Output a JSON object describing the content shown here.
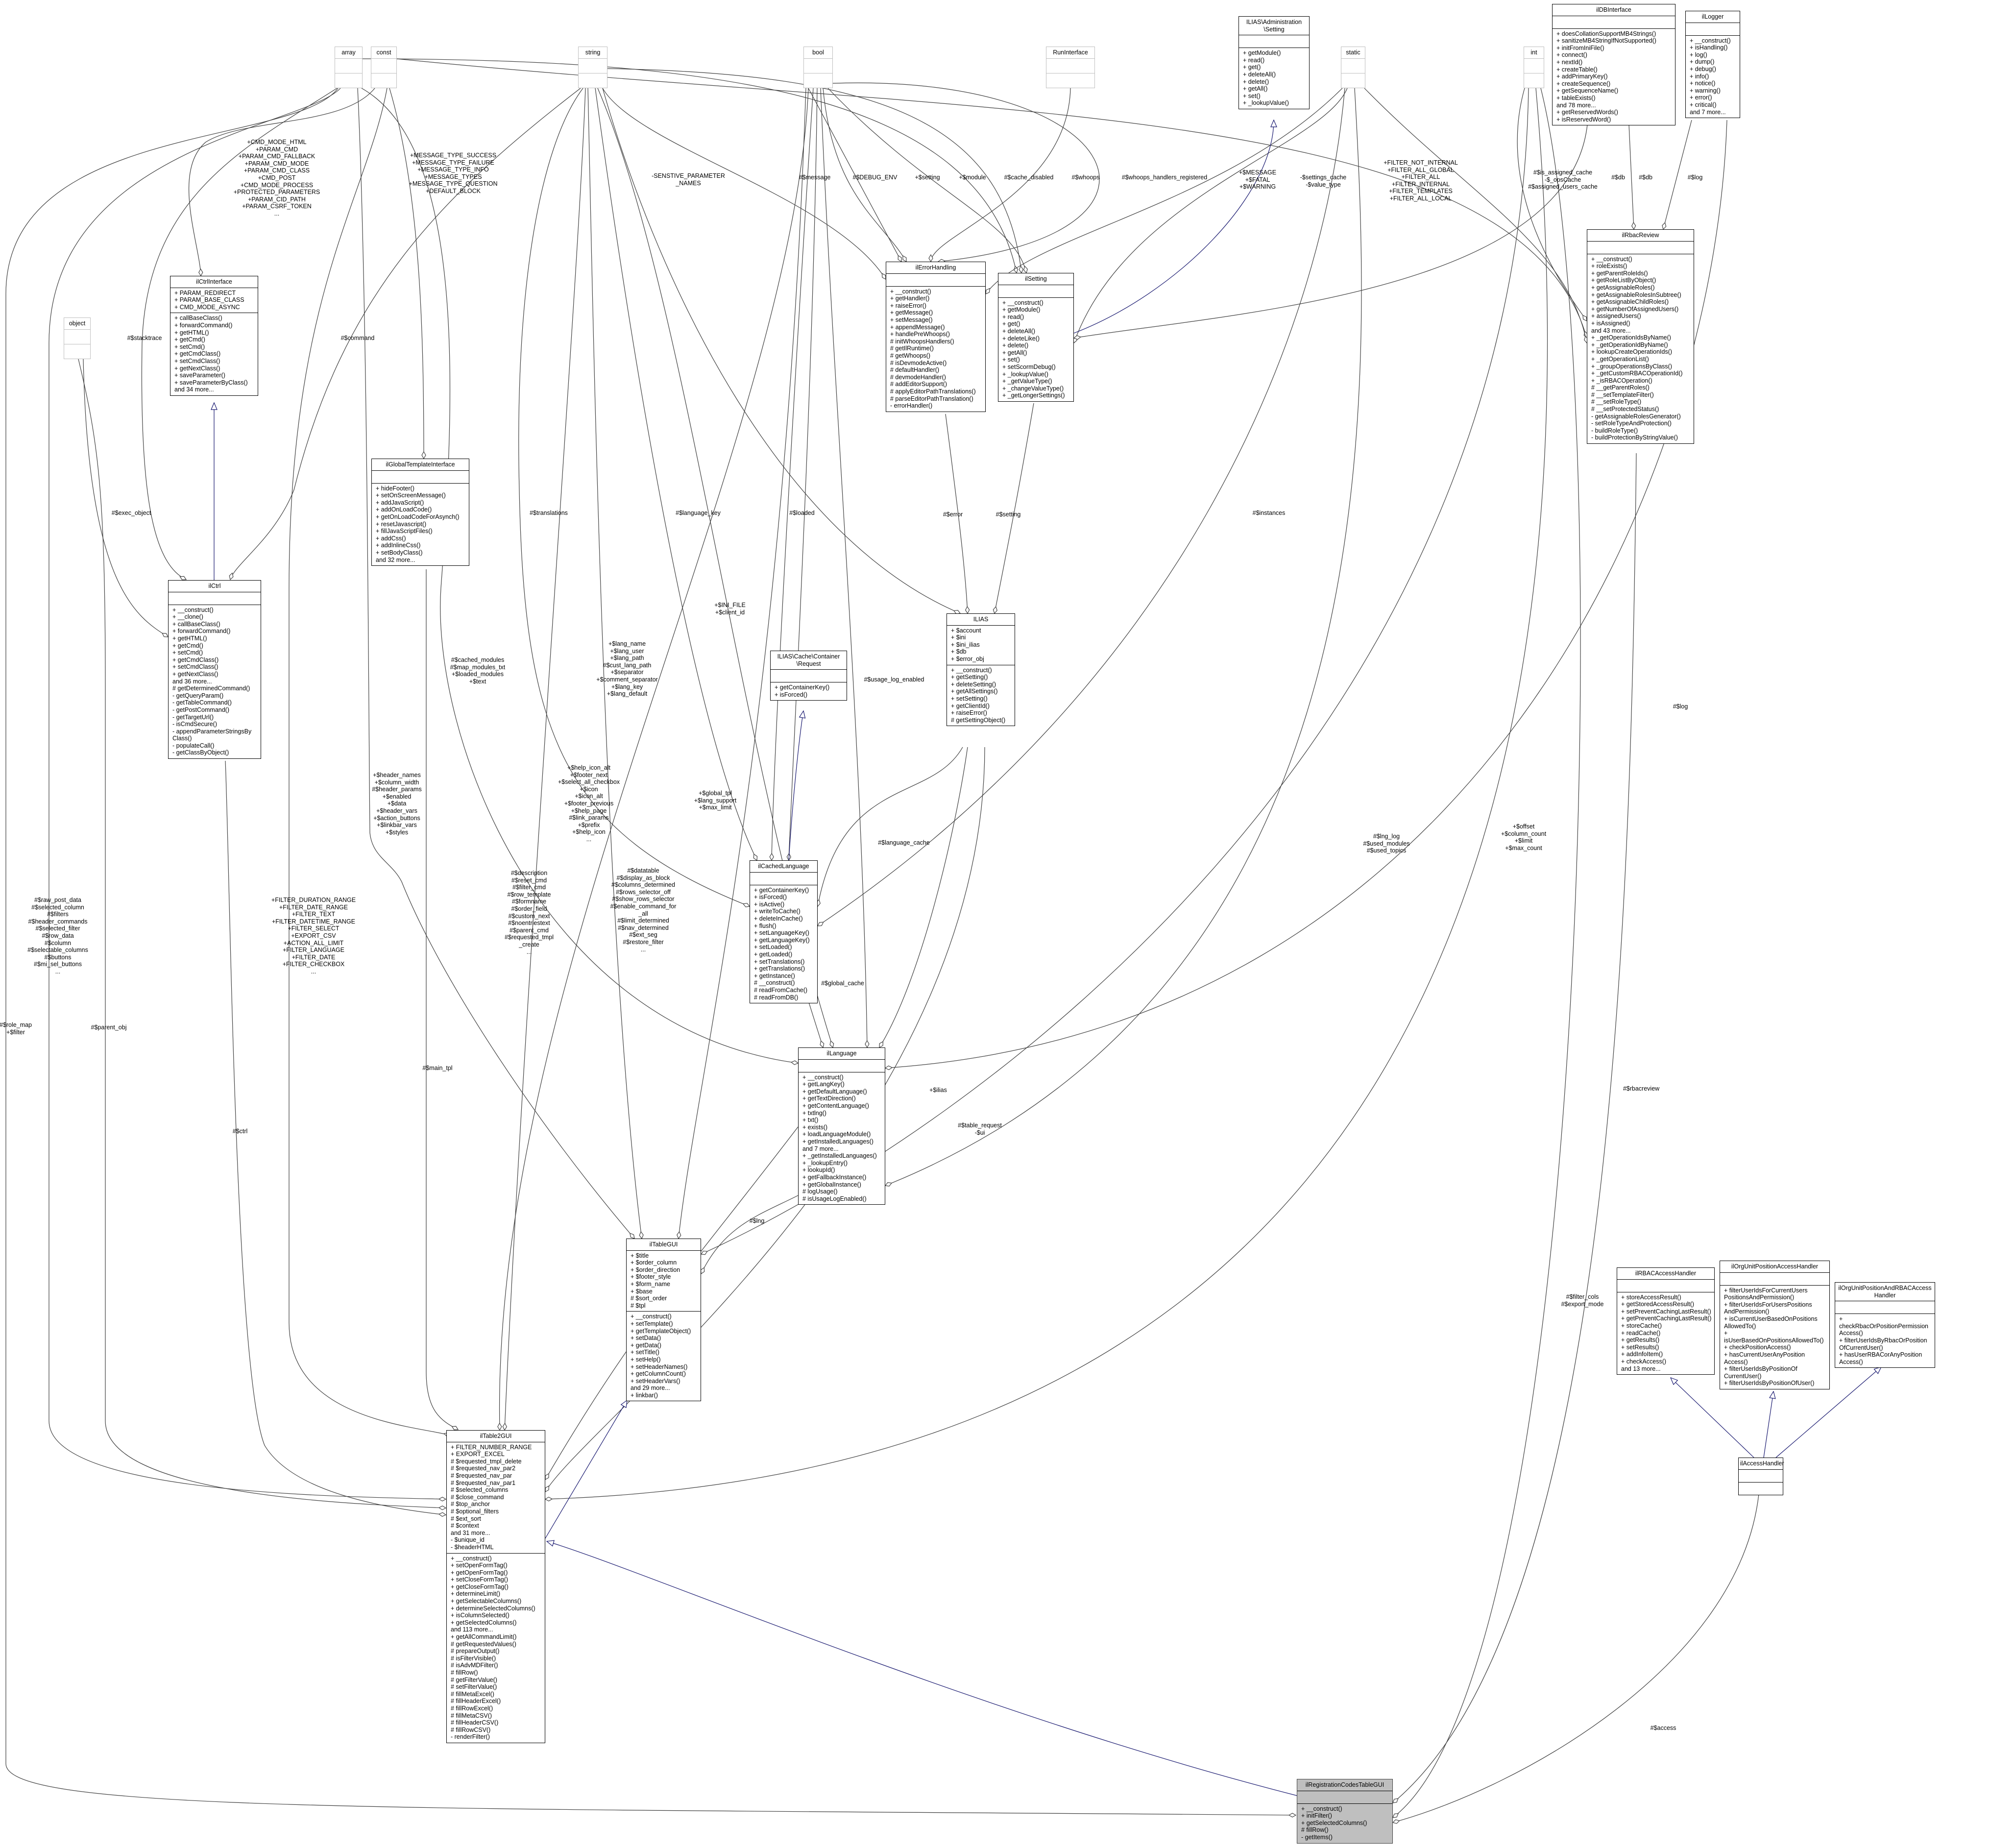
{
  "classes": [
    {
      "name": "array",
      "kind": "primitive",
      "attributes": [],
      "methods": []
    },
    {
      "name": "const",
      "kind": "primitive",
      "attributes": [],
      "methods": []
    },
    {
      "name": "string",
      "kind": "primitive",
      "attributes": [],
      "methods": []
    },
    {
      "name": "bool",
      "kind": "primitive",
      "attributes": [],
      "methods": []
    },
    {
      "name": "RunInterface",
      "kind": "primitive",
      "attributes": [],
      "methods": []
    },
    {
      "name": "static",
      "kind": "primitive",
      "attributes": [],
      "methods": []
    },
    {
      "name": "int",
      "kind": "primitive",
      "attributes": [],
      "methods": []
    },
    {
      "name": "object",
      "kind": "primitive",
      "attributes": [],
      "methods": []
    },
    {
      "name": "ILIAS\\Administration\n\\Setting",
      "kind": "class",
      "attributes": [],
      "methods": [
        "+ getModule()",
        "+ read()",
        "+ get()",
        "+ deleteAll()",
        "+ delete()",
        "+ getAll()",
        "+ set()",
        "+ _lookupValue()"
      ]
    },
    {
      "name": "ilDBInterface",
      "kind": "class",
      "attributes": [],
      "methods": [
        "+ doesCollationSupportMB4Strings()",
        "+ sanitizeMB4StringIfNotSupported()",
        "+ initFromIniFile()",
        "+ connect()",
        "+ nextId()",
        "+ createTable()",
        "+ addPrimaryKey()",
        "+ createSequence()",
        "+ getSequenceName()",
        "+ tableExists()",
        "and 78 more...",
        "+ getReservedWords()",
        "+ isReservedWord()"
      ]
    },
    {
      "name": "ilLogger",
      "kind": "class",
      "attributes": [],
      "methods": [
        "+ __construct()",
        "+ isHandling()",
        "+ log()",
        "+ dump()",
        "+ debug()",
        "+ info()",
        "+ notice()",
        "+ warning()",
        "+ error()",
        "+ critical()",
        "and 7 more..."
      ]
    },
    {
      "name": "ilCtrlInterface",
      "kind": "class",
      "attributes": [
        "+ PARAM_REDIRECT",
        "+ PARAM_BASE_CLASS",
        "+ CMD_MODE_ASYNC"
      ],
      "methods": [
        "+ callBaseClass()",
        "+ forwardCommand()",
        "+ getHTML()",
        "+ getCmd()",
        "+ setCmd()",
        "+ getCmdClass()",
        "+ setCmdClass()",
        "+ getNextClass()",
        "+ saveParameter()",
        "+ saveParameterByClass()",
        "and 34 more..."
      ]
    },
    {
      "name": "ilCtrl",
      "kind": "class",
      "attributes": [],
      "methods": [
        "+ __construct()",
        "+ __clone()",
        "+ callBaseClass()",
        "+ forwardCommand()",
        "+ getHTML()",
        "+ getCmd()",
        "+ setCmd()",
        "+ getCmdClass()",
        "+ setCmdClass()",
        "+ getNextClass()",
        "and 36 more...",
        "# getDeterminedCommand()",
        "- getQueryParam()",
        "- getTableCommand()",
        "- getPostCommand()",
        "- getTargetUrl()",
        "- isCmdSecure()",
        "- appendParameterStringsBy\nClass()",
        "- populateCall()",
        "- getClassByObject()"
      ]
    },
    {
      "name": "ilGlobalTemplateInterface",
      "kind": "class",
      "attributes": [],
      "methods": [
        "+ hideFooter()",
        "+ setOnScreenMessage()",
        "+ addJavaScript()",
        "+ addOnLoadCode()",
        "+ getOnLoadCodeForAsynch()",
        "+ resetJavascript()",
        "+ fillJavaScriptFiles()",
        "+ addCss()",
        "+ addInlineCss()",
        "+ setBodyClass()",
        "and 32 more..."
      ]
    },
    {
      "name": "ilErrorHandling",
      "kind": "class",
      "attributes": [],
      "methods": [
        "+ __construct()",
        "+ getHandler()",
        "+ raiseError()",
        "+ getMessage()",
        "+ setMessage()",
        "+ appendMessage()",
        "+ handlePreWhoops()",
        "# initWhoopsHandlers()",
        "# getIlRuntime()",
        "# getWhoops()",
        "# isDevmodeActive()",
        "# defaultHandler()",
        "# devmodeHandler()",
        "# addEditorSupport()",
        "# applyEditorPathTranslations()",
        "# parseEditorPathTranslation()",
        "- errorHandler()"
      ]
    },
    {
      "name": "ilSetting",
      "kind": "class",
      "attributes": [],
      "methods": [
        "+ __construct()",
        "+ getModule()",
        "+ read()",
        "+ get()",
        "+ deleteAll()",
        "+ deleteLike()",
        "+ delete()",
        "+ getAll()",
        "+ set()",
        "+ setScormDebug()",
        "+ _lookupValue()",
        "+ _getValueType()",
        "+ _changeValueType()",
        "+ _getLongerSettings()"
      ]
    },
    {
      "name": "ilRbacReview",
      "kind": "class",
      "attributes": [],
      "methods": [
        "+ __construct()",
        "+ roleExists()",
        "+ getParentRoleIds()",
        "+ getRoleListByObject()",
        "+ getAssignableRoles()",
        "+ getAssignableRolesInSubtree()",
        "+ getAssignableChildRoles()",
        "+ getNumberOfAssignedUsers()",
        "+ assignedUsers()",
        "+ isAssigned()",
        "and 43 more...",
        "+ _getOperationIdsByName()",
        "+ _getOperationIdByName()",
        "+ lookupCreateOperationIds()",
        "+ _getOperationList()",
        "+ _groupOperationsByClass()",
        "+ _getCustomRBACOperationId()",
        "+ _isRBACOperation()",
        "# __getParentRoles()",
        "# __setTemplateFilter()",
        "# __setRoleType()",
        "# __setProtectedStatus()",
        "- getAssignableRolesGenerator()",
        "- setRoleTypeAndProtection()",
        "- buildRoleType()",
        "- buildProtectionByStringValue()"
      ]
    },
    {
      "name": "ILIAS",
      "kind": "class",
      "attributes": [
        "+ $account",
        "+ $ini",
        "+ $ini_ilias",
        "+ $db",
        "+ $error_obj"
      ],
      "methods": [
        "+ __construct()",
        "+ getSetting()",
        "+ deleteSetting()",
        "+ getAllSettings()",
        "+ setSetting()",
        "+ getClientId()",
        "+ raiseError()",
        "# getSettingObject()"
      ]
    },
    {
      "name": "ILIAS\\Cache\\Container\n\\Request",
      "kind": "class",
      "attributes": [],
      "methods": [
        "+ getContainerKey()",
        "+ isForced()"
      ]
    },
    {
      "name": "ilCachedLanguage",
      "kind": "class",
      "attributes": [],
      "methods": [
        "+ getContainerKey()",
        "+ isForced()",
        "+ isActive()",
        "+ writeToCache()",
        "+ deleteInCache()",
        "+ flush()",
        "+ setLanguageKey()",
        "+ getLanguageKey()",
        "+ setLoaded()",
        "+ getLoaded()",
        "+ setTranslations()",
        "+ getTranslations()",
        "+ getInstance()",
        "# __construct()",
        "# readFromCache()",
        "# readFromDB()"
      ]
    },
    {
      "name": "ilLanguage",
      "kind": "class",
      "attributes": [],
      "methods": [
        "+ __construct()",
        "+ getLangKey()",
        "+ getDefaultLanguage()",
        "+ getTextDirection()",
        "+ getContentLanguage()",
        "+ txtlng()",
        "+ txt()",
        "+ exists()",
        "+ loadLanguageModule()",
        "+ getInstalledLanguages()",
        "and 7 more...",
        "+ _getInstalledLanguages()",
        "+ _lookupEntry()",
        "+ lookupId()",
        "+ getFallbackInstance()",
        "+ getGlobalInstance()",
        "# logUsage()",
        "# isUsageLogEnabled()"
      ]
    },
    {
      "name": "ilTableGUI",
      "kind": "class",
      "attributes": [
        "+ $title",
        "+ $order_column",
        "+ $order_direction",
        "+ $footer_style",
        "+ $form_name",
        "+ $base",
        "# $sort_order",
        "# $tpl"
      ],
      "methods": [
        "+ __construct()",
        "+ setTemplate()",
        "+ getTemplateObject()",
        "+ setData()",
        "+ getData()",
        "+ setTitle()",
        "+ setHelp()",
        "+ setHeaderNames()",
        "+ getColumnCount()",
        "+ setHeaderVars()",
        "and 29 more...",
        "+ linkbar()"
      ]
    },
    {
      "name": "ilTable2GUI",
      "kind": "class",
      "attributes": [
        "+ FILTER_NUMBER_RANGE",
        "+ EXPORT_EXCEL",
        "# $requested_tmpl_delete",
        "# $requested_nav_par2",
        "# $requested_nav_par",
        "# $requested_nav_par1",
        "# $selected_columns",
        "# $close_command",
        "# $top_anchor",
        "# $optional_filters",
        "# $ext_sort",
        "# $context",
        "and 31 more...",
        "- $unique_id",
        "- $headerHTML"
      ],
      "methods": [
        "+ __construct()",
        "+ setOpenFormTag()",
        "+ getOpenFormTag()",
        "+ setCloseFormTag()",
        "+ getCloseFormTag()",
        "+ determineLimit()",
        "+ getSelectableColumns()",
        "+ determineSelectedColumns()",
        "+ isColumnSelected()",
        "+ getSelectedColumns()",
        "and 113 more...",
        "+ getAllCommandLimit()",
        "# getRequestedValues()",
        "# prepareOutput()",
        "# isFilterVisible()",
        "# isAdvMDFilter()",
        "# fillRow()",
        "# getFilterValue()",
        "# setFilterValue()",
        "# fillMetaExcel()",
        "# fillHeaderExcel()",
        "# fillRowExcel()",
        "# fillMetaCSV()",
        "# fillHeaderCSV()",
        "# fillRowCSV()",
        "- renderFilter()"
      ]
    },
    {
      "name": "ilRBACAccessHandler",
      "kind": "class",
      "attributes": [],
      "methods": [
        "+ storeAccessResult()",
        "+ getStoredAccessResult()",
        "+ setPreventCachingLastResult()",
        "+ getPreventCachingLastResult()",
        "+ storeCache()",
        "+ readCache()",
        "+ getResults()",
        "+ setResults()",
        "+ addInfoItem()",
        "+ checkAccess()",
        "and 13 more..."
      ]
    },
    {
      "name": "ilOrgUnitPositionAccessHandler",
      "kind": "class",
      "attributes": [],
      "methods": [
        "+ filterUserIdsForCurrentUsers\nPositionsAndPermission()",
        "+ filterUserIdsForUsersPositions\nAndPermission()",
        "+ isCurrentUserBasedOnPositions\nAllowedTo()",
        "+ isUserBasedOnPositionsAllowedTo()",
        "+ checkPositionAccess()",
        "+ hasCurrentUserAnyPosition\nAccess()",
        "+ filterUserIdsByPositionOf\nCurrentUser()",
        "+ filterUserIdsByPositionOfUser()"
      ]
    },
    {
      "name": "ilOrgUnitPositionAndRBACAccess\nHandler",
      "kind": "class",
      "attributes": [],
      "methods": [
        "+ checkRbacOrPositionPermission\nAccess()",
        "+ filterUserIdsByRbacOrPosition\nOfCurrentUser()",
        "+ hasUserRBACorAnyPosition\nAccess()"
      ]
    },
    {
      "name": "ilAccessHandler",
      "kind": "class",
      "attributes": [],
      "methods": []
    },
    {
      "name": "ilRegistrationCodesTableGUI",
      "kind": "focus",
      "attributes": [],
      "methods": [
        "+ __construct()",
        "+ initFilter()",
        "+ getSelectedColumns()",
        "# fillRow()",
        "- getItems()"
      ]
    }
  ],
  "edge_labels": [
    [
      "#$role_map",
      "+$filter"
    ],
    [
      "#$raw_post_data",
      "#$selected_column",
      "#$filters",
      "#$header_commands",
      "#$selected_filter",
      "#$row_data",
      "#$column",
      "#$selectable_columns",
      "#$buttons",
      "#$mi_sel_buttons",
      "..."
    ],
    [
      "#$parent_obj"
    ],
    [
      "+FILTER_DURATION_RANGE",
      "+FILTER_DATE_RANGE",
      "+FILTER_TEXT",
      "+FILTER_DATETIME_RANGE",
      "+FILTER_SELECT",
      "+EXPORT_CSV",
      "+ACTION_ALL_LIMIT",
      "+FILTER_LANGUAGE",
      "+FILTER_DATE",
      "+FILTER_CHECKBOX",
      "..."
    ],
    [
      "#$ctrl"
    ],
    [
      "#$exec_object"
    ],
    [
      "#$stacktrace"
    ],
    [
      "#$command"
    ],
    [
      "+CMD_MODE_HTML",
      "+PARAM_CMD",
      "+PARAM_CMD_FALLBACK",
      "+PARAM_CMD_MODE",
      "+PARAM_CMD_CLASS",
      "+CMD_POST",
      "+CMD_MODE_PROCESS",
      "+PROTECTED_PARAMETERS",
      "+PARAM_CID_PATH",
      "+PARAM_CSRF_TOKEN",
      "..."
    ],
    [
      "+MESSAGE_TYPE_SUCCESS",
      "+MESSAGE_TYPE_FAILURE",
      "+MESSAGE_TYPE_INFO",
      "+MESSAGE_TYPES",
      "+MESSAGE_TYPE_QUESTION",
      "+DEFAULT_BLOCK"
    ],
    [
      "#$main_tpl"
    ],
    [
      "+$header_names",
      "+$column_width",
      "#$header_params",
      "+$enabled",
      "+$data",
      "+$header_vars",
      "+$action_buttons",
      "+$linkbar_vars",
      "+$styles"
    ],
    [
      "#$translations"
    ],
    [
      "#$cached_modules",
      "#$map_modules_txt",
      "+$loaded_modules",
      "+$text"
    ],
    [
      "#$description",
      "#$reset_cmd",
      "#$filter_cmd",
      "#$row_template",
      "#$formname",
      "#$order_field",
      "#$custom_next",
      "#$noentriestext",
      "#$parent_cmd",
      "#$requested_tmpl",
      "_create",
      "..."
    ],
    [
      "+$help_icon_alt",
      "+$footer_next",
      "+$select_all_checkbox",
      "+$icon",
      "+$icon_alt",
      "+$footer_previous",
      "+$help_page",
      "#$link_params",
      "+$prefix",
      "+$help_icon",
      "..."
    ],
    [
      "#$datatable",
      "#$display_as_block",
      "#$columns_determined",
      "#$rows_selector_off",
      "#$show_rows_selector",
      "#$enable_command_for",
      "_all",
      "#$limit_determined",
      "#$nav_determined",
      "#$ext_seg",
      "#$restore_filter",
      "..."
    ],
    [
      "#$language_key"
    ],
    [
      "+$lang_name",
      "+$lang_user",
      "+$lang_path",
      "#$cust_lang_path",
      "+$separator",
      "+$comment_separator",
      "+$lang_key",
      "+$lang_default"
    ],
    [
      "+$global_tpl",
      "+$lang_support",
      "+$max_limit"
    ],
    [
      "#$loaded"
    ],
    [
      "#$usage_log_enabled"
    ],
    [
      "#$language_cache"
    ],
    [
      "#$global_cache"
    ],
    [
      "+$ilias"
    ],
    [
      "#$table_request",
      "-$ui"
    ],
    [
      "#$lng"
    ],
    [
      "#$error"
    ],
    [
      "#$setting"
    ],
    [
      "+$INI_FILE",
      "+$client_id"
    ],
    [
      "-SENSTIVE_PARAMETER",
      "_NAMES"
    ],
    [
      "#$message"
    ],
    [
      "#$DEBUG_ENV"
    ],
    [
      "+$setting"
    ],
    [
      "+$module"
    ],
    [
      "#$cache_disabled"
    ],
    [
      "#$whoops"
    ],
    [
      "#$whoops_handlers_registered"
    ],
    [
      "+$MESSAGE",
      "+$FATAL",
      "+$WARNING"
    ],
    [
      "-$settings_cache",
      "-$value_type"
    ],
    [
      "+FILTER_NOT_INTERNAL",
      "+FILTER_ALL_GLOBAL",
      "+FILTER_ALL",
      "+FILTER_INTERNAL",
      "+FILTER_TEMPLATES",
      "+FILTER_ALL_LOCAL"
    ],
    [
      "#$is_assigned_cache",
      "-$_opsCache",
      "#$assigned_users_cache"
    ],
    [
      "#$db"
    ],
    [
      "#$db"
    ],
    [
      "#$log"
    ],
    [
      "#$instances"
    ],
    [
      "#$lng_log",
      "#$used_modules",
      "#$used_topics"
    ],
    [
      "#$log"
    ],
    [
      "+$offset",
      "+$column_count",
      "+$limit",
      "+$max_count"
    ],
    [
      "#$filter_cols",
      "#$export_mode"
    ],
    [
      "#$rbacreview"
    ],
    [
      "#$access"
    ]
  ],
  "colors": {
    "aggregation_edge": "#404040",
    "inheritance_edge": "#191970",
    "focus_class_fill": "#bfbfbf",
    "primitive_border": "#bfbfbf"
  }
}
